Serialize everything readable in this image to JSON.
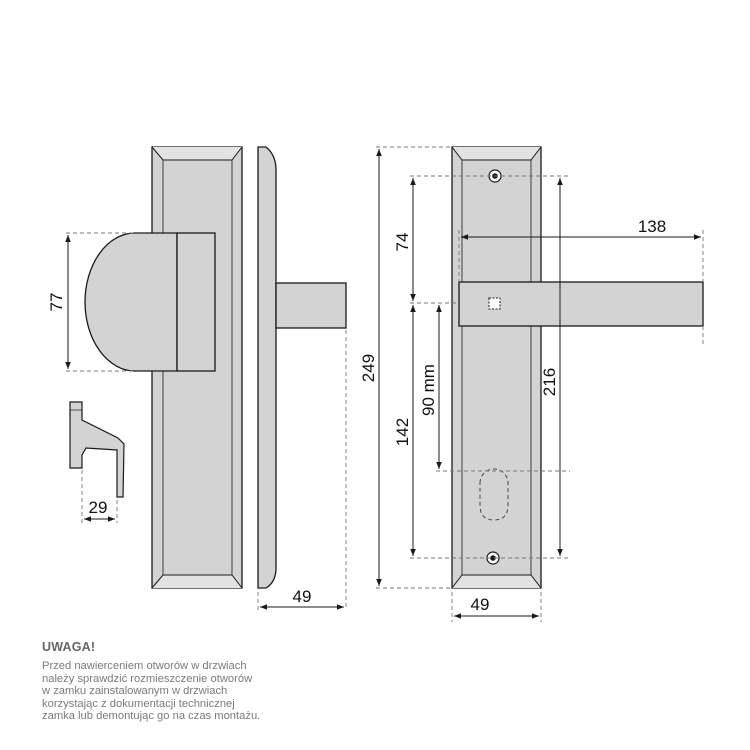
{
  "dimensions": {
    "handle_depth": "77",
    "handle_base_width": "29",
    "plate_thickness_width": "49",
    "front_plate_width": "49",
    "overall_height": "249",
    "lever_length": "138",
    "top_hole_to_lever": "74",
    "lever_to_bottom_hole": "142",
    "spindle_to_cylinder": "90 mm",
    "hole_spacing": "216"
  },
  "note": {
    "title": "UWAGA!",
    "lines": [
      "Przed nawierceniem otworów w drzwiach",
      "należy sprawdzić rozmieszczenie otworów",
      "w zamku zainstalowanym w drzwiach",
      "korzystając z dokumentacji technicznej",
      "zamka lub demontując go na czas montażu."
    ]
  },
  "colors": {
    "line": "#1a1a1a",
    "fill": "#d0d0d0",
    "dash": "#666666"
  }
}
